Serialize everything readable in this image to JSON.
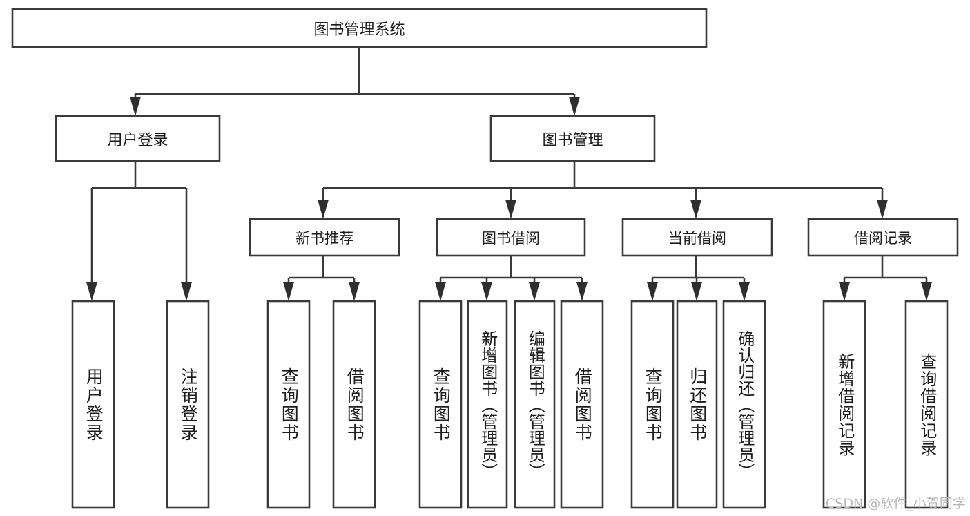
{
  "diagram": {
    "type": "tree",
    "title": "图书管理系统",
    "root": {
      "id": "root",
      "label": "图书管理系统",
      "orientation": "horizontal"
    },
    "level2": [
      {
        "id": "user-login",
        "label": "用户登录",
        "orientation": "horizontal"
      },
      {
        "id": "book-management",
        "label": "图书管理",
        "orientation": "horizontal"
      }
    ],
    "level3": [
      {
        "id": "new-book-recommend",
        "label": "新书推荐",
        "orientation": "horizontal",
        "parent": "book-management"
      },
      {
        "id": "book-borrow",
        "label": "图书借阅",
        "orientation": "horizontal",
        "parent": "book-management"
      },
      {
        "id": "current-borrow",
        "label": "当前借阅",
        "orientation": "horizontal",
        "parent": "book-management"
      },
      {
        "id": "borrow-record",
        "label": "借阅记录",
        "orientation": "horizontal",
        "parent": "book-management"
      }
    ],
    "leaves": [
      {
        "id": "leaf-user-login",
        "label": "用户登录",
        "parent": "user-login",
        "orientation": "vertical"
      },
      {
        "id": "leaf-logout",
        "label": "注销登录",
        "parent": "user-login",
        "orientation": "vertical"
      },
      {
        "id": "leaf-query-book-1",
        "label": "查询图书",
        "parent": "new-book-recommend",
        "orientation": "vertical"
      },
      {
        "id": "leaf-borrow-book-1",
        "label": "借阅图书",
        "parent": "new-book-recommend",
        "orientation": "vertical"
      },
      {
        "id": "leaf-query-book-2",
        "label": "查询图书",
        "parent": "book-borrow",
        "orientation": "vertical"
      },
      {
        "id": "leaf-add-book",
        "label": "新增图书（管理员）",
        "parent": "book-borrow",
        "orientation": "vertical"
      },
      {
        "id": "leaf-edit-book",
        "label": "编辑图书（管理员）",
        "parent": "book-borrow",
        "orientation": "vertical"
      },
      {
        "id": "leaf-borrow-book-2",
        "label": "借阅图书",
        "parent": "book-borrow",
        "orientation": "vertical"
      },
      {
        "id": "leaf-query-book-3",
        "label": "查询图书",
        "parent": "current-borrow",
        "orientation": "vertical"
      },
      {
        "id": "leaf-return-book",
        "label": "归还图书",
        "parent": "current-borrow",
        "orientation": "vertical"
      },
      {
        "id": "leaf-confirm-return",
        "label": "确认归还（管理员）",
        "parent": "current-borrow",
        "orientation": "vertical"
      },
      {
        "id": "leaf-add-record",
        "label": "新增借阅记录",
        "parent": "borrow-record",
        "orientation": "vertical"
      },
      {
        "id": "leaf-query-record",
        "label": "查询借阅记录",
        "parent": "borrow-record",
        "orientation": "vertical"
      }
    ]
  },
  "watermark": {
    "text": "CSDN @软件_小贺同学"
  },
  "colors": {
    "background": "#ffffff",
    "box_fill": "#ffffff",
    "box_stroke": "#3a3a3a",
    "connector": "#3a3a3a",
    "text": "#1c1c1c",
    "watermark": "#b8b8b8"
  }
}
